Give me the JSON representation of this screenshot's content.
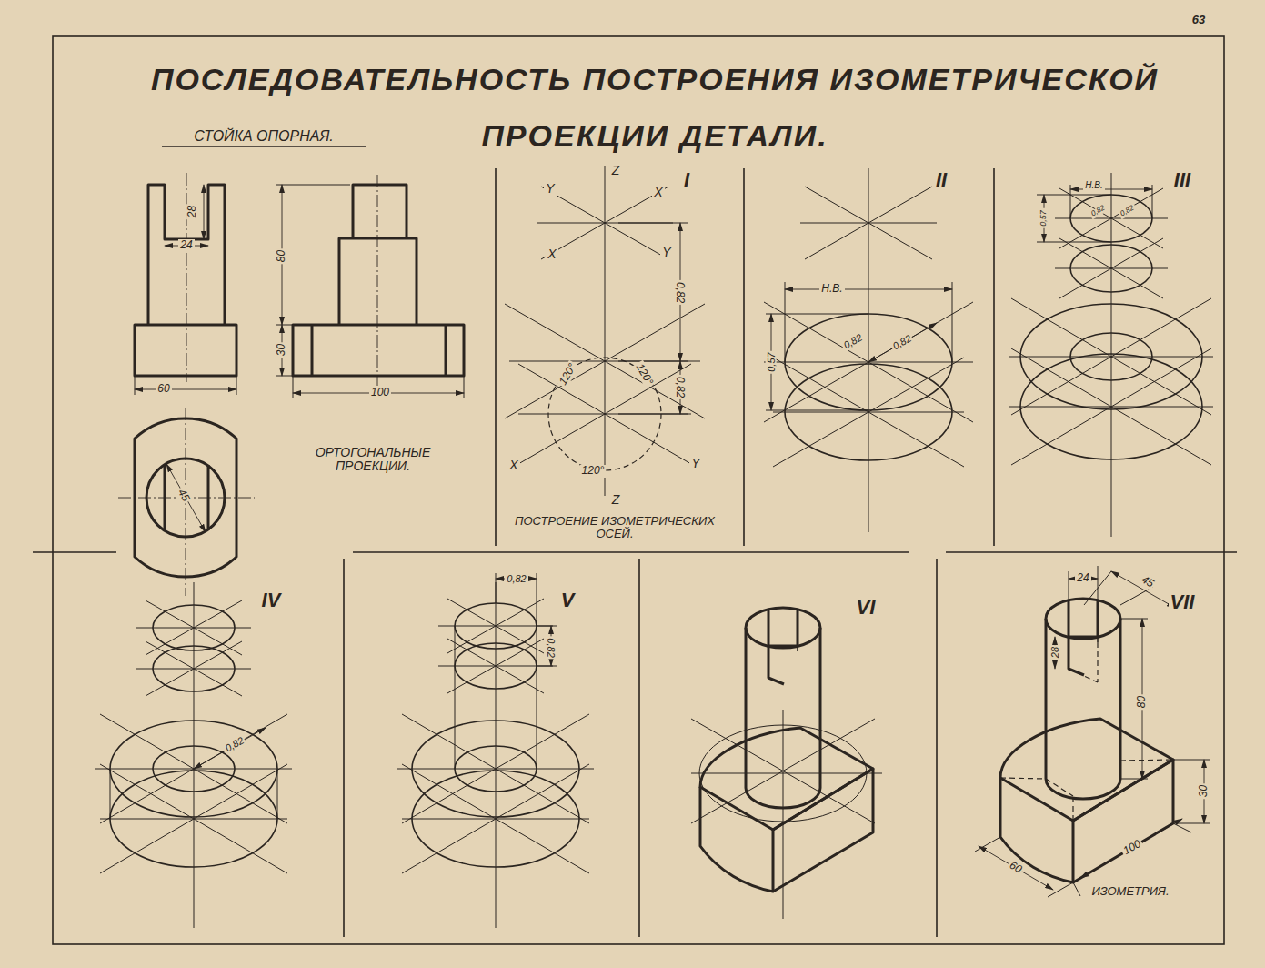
{
  "diagram": {
    "title": "ПОСЛЕДОВАТЕЛЬНОСТЬ ПОСТРОЕНИЯ ИЗОМЕТРИЧЕСКОЙ ПРОЕКЦИИ ДЕТАЛИ.",
    "labels": [
      "63",
      "СТОЙКА ОПОРНАЯ.",
      "28",
      "24",
      "80",
      "30",
      "60",
      "100",
      "45",
      "ОРТОГОНАЛЬНЫЕ ПРОЕКЦИИ.",
      "I",
      "Z",
      "Y",
      "X",
      "X",
      "Y",
      "0,82",
      "120°",
      "120°",
      "0,82",
      "X",
      "Y",
      "120°",
      "Z",
      "ПОСТРОЕНИЕ ИЗОМЕТРИЧЕСКИХ ОСЕЙ.",
      "II",
      "Н.В.",
      "0,57",
      "0,82",
      "0,82",
      "III",
      "Н.В.",
      "0,57",
      "0,82",
      "0,82",
      "IV",
      "0,82",
      "V",
      "0,82",
      "0,82",
      "VI",
      "VII",
      "24",
      "45",
      "28",
      "80",
      "30",
      "100",
      "60",
      "ИЗОМЕТРИЯ."
    ]
  }
}
